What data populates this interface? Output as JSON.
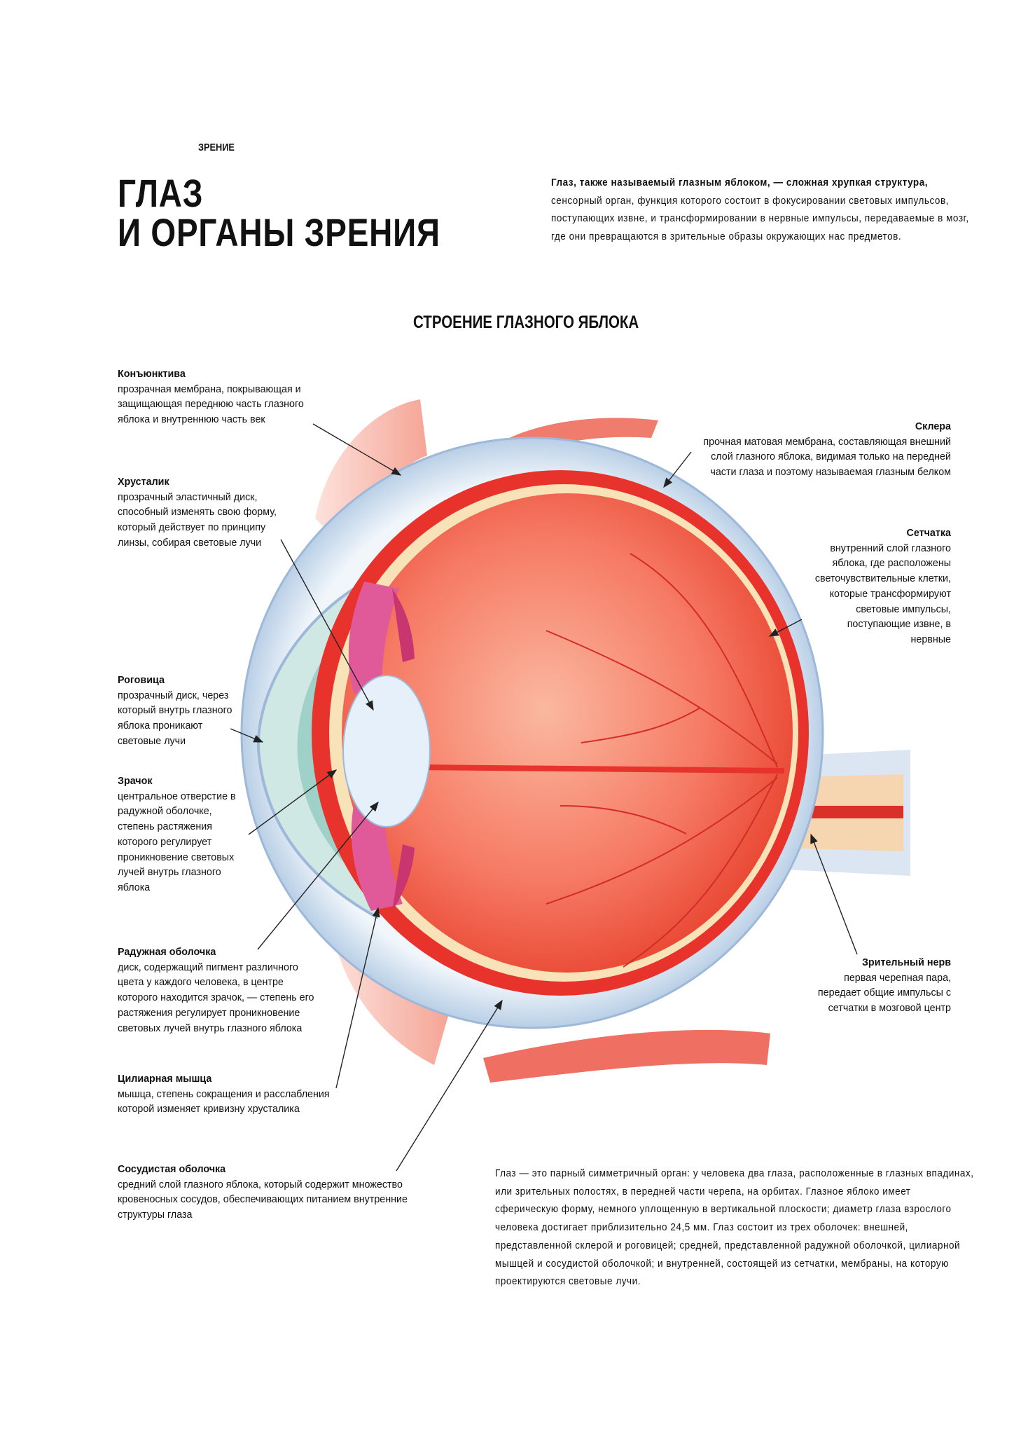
{
  "header": {
    "section": "ЗРЕНИЕ",
    "title_line1": "ГЛАЗ",
    "title_line2": "И ОРГАНЫ ЗРЕНИЯ"
  },
  "intro": {
    "bold": "Глаз, также называемый глазным яблоком, — сложная хрупкая структура,",
    "text": " сенсорный орган, функция которого состоит в фокусировании световых импульсов, поступающих извне, и трансформировании в нервные импульсы, передаваемые в мозг, где они превращаются в зрительные образы окружающих нас предметов."
  },
  "diagram": {
    "title": "СТРОЕНИЕ ГЛАЗНОГО ЯБЛОКА",
    "labels": {
      "conjunctiva": {
        "name": "Конъюнктива",
        "desc": "прозрачная мембрана, покрывающая и защищающая переднюю часть глазного яблока и внутреннюю часть век"
      },
      "lens": {
        "name": "Хрусталик",
        "desc": "прозрачный эластичный диск, способный изменять свою форму, который действует по принципу линзы, собирая световые лучи"
      },
      "cornea": {
        "name": "Роговица",
        "desc": "прозрачный диск, через который внутрь глазного яблока проникают световые лучи"
      },
      "pupil": {
        "name": "Зрачок",
        "desc": "центральное отверстие в радужной оболочке, степень растяжения которого регулирует проникновение световых лучей внутрь глазного яблока"
      },
      "iris": {
        "name": "Радужная оболочка",
        "desc": "диск, содержащий пигмент различного цвета у каждого человека, в центре которого находится зрачок, — степень его растяжения регулирует проникновение световых лучей внутрь глазного яблока"
      },
      "ciliary": {
        "name": "Цилиарная мышца",
        "desc": "мышца, степень сокращения и расслабления которой изменяет кривизну хрусталика"
      },
      "choroid": {
        "name": "Сосудистая оболочка",
        "desc": "средний слой глазного яблока, который содержит множество кровеносных сосудов, обеспечивающих питанием внутренние структуры глаза"
      },
      "sclera": {
        "name": "Склера",
        "desc": "прочная матовая мембрана, составляющая внешний слой глазного яблока, видимая только на передней части глаза и поэтому называемая глазным белком"
      },
      "retina": {
        "name": "Сетчатка",
        "desc": "внутренний слой глазного яблока, где расположены светочувствительные клетки, которые трансформируют световые импульсы, поступающие извне, в нервные"
      },
      "optic_nerve": {
        "name": "Зрительный нерв",
        "desc": "первая черепная пара, передает общие импульсы с сетчатки в мозговой центр"
      }
    },
    "colors": {
      "vitreous": "#f46a5a",
      "sclera": "#dce8f4",
      "choroid": "#e8322c",
      "retina": "#f8e2b8",
      "iris": "#e05a9a"
    }
  },
  "bottom_text": "Глаз — это парный симметричный орган: у человека два глаза, расположенные в глазных впадинах, или зрительных полостях, в передней части черепа, на орбитах. Глазное яблоко имеет сферическую форму, немного уплощенную в вертикальной плоскости; диаметр глаза взрослого человека достигает приблизительно 24,5 мм. Глаз состоит из трех оболочек: внешней, представленной склерой и роговицей; средней, представленной радужной оболочкой, цилиарной мышцей и сосудистой оболочкой; и внутренней, состоящей из сетчатки, мембраны, на которую проектируются световые лучи."
}
